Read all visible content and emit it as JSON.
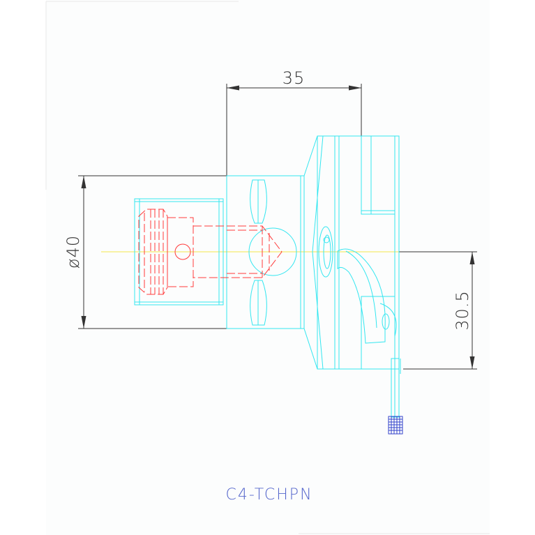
{
  "drawing": {
    "part_label": "C4-TCHPN",
    "dimensions": {
      "width_top": "35",
      "diameter_left": "ø40",
      "height_right": "30.5"
    },
    "colors": {
      "outline": "#33e6f0",
      "hidden_lines": "#ff3b3b",
      "center_line": "#f5e64a",
      "dimension_lines": "#333333",
      "knurl": "#3344cc",
      "label": "#5566cc"
    }
  }
}
